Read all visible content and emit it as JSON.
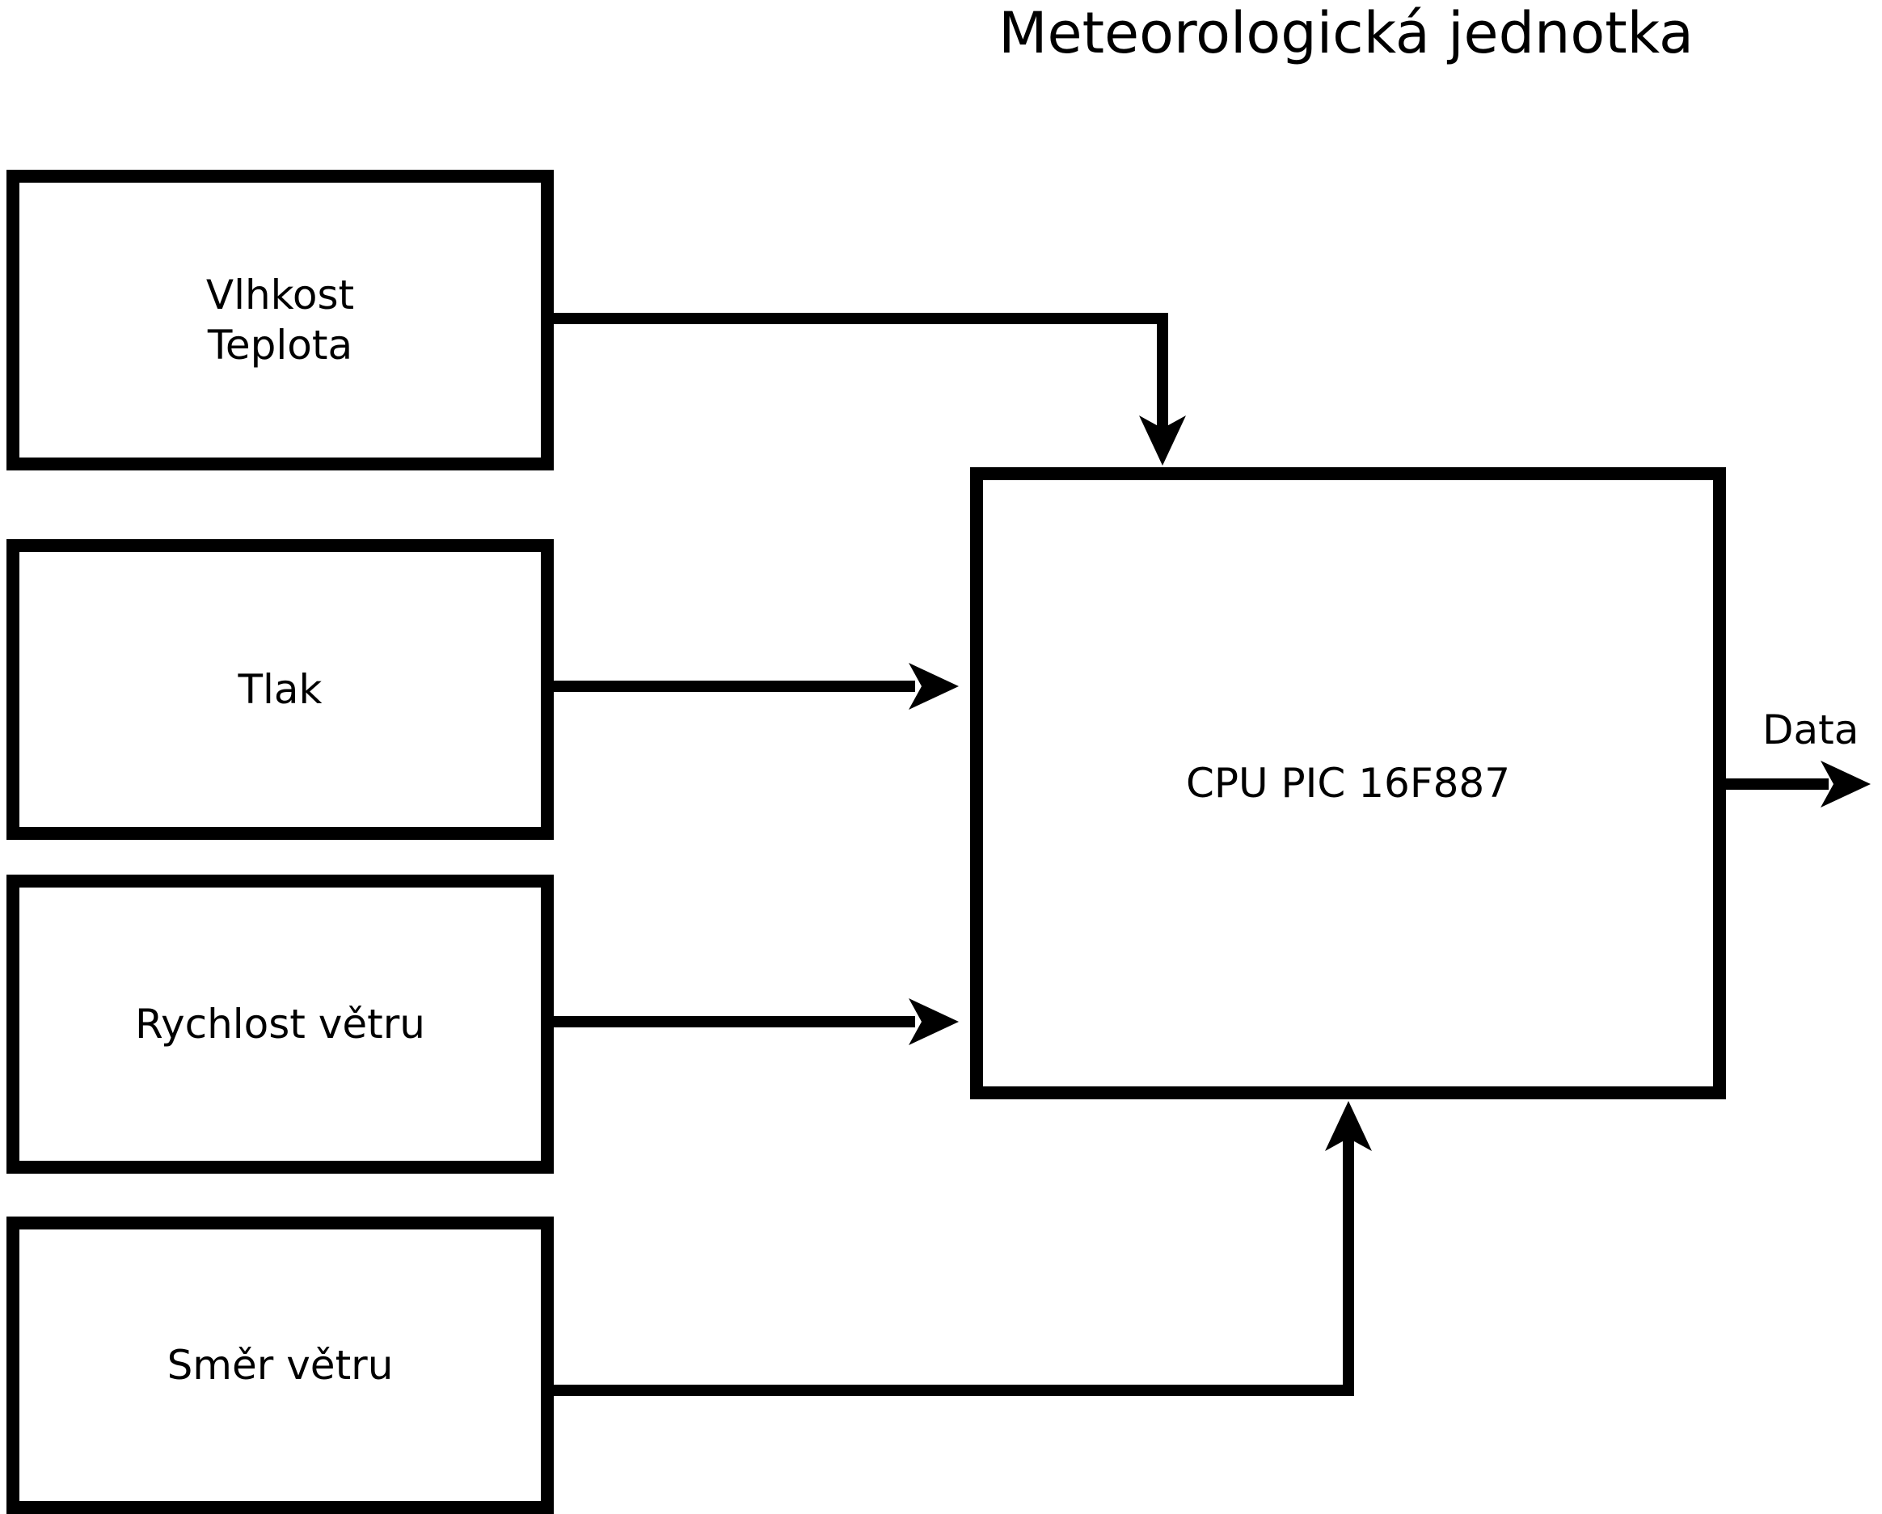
{
  "title": "Meteorologická jednotka",
  "boxes": {
    "humidity_temperature": {
      "line1": "Vlhkost",
      "line2": "Teplota"
    },
    "pressure": {
      "label": "Tlak"
    },
    "wind_speed": {
      "label": "Rychlost větru"
    },
    "wind_direction": {
      "label": "Směr větru"
    },
    "cpu": {
      "label": "CPU PIC 16F887"
    }
  },
  "output_label": "Data",
  "connections": [
    {
      "from": "Vlhkost Teplota",
      "to": "CPU PIC 16F887",
      "enters": "top"
    },
    {
      "from": "Tlak",
      "to": "CPU PIC 16F887",
      "enters": "left"
    },
    {
      "from": "Rychlost větru",
      "to": "CPU PIC 16F887",
      "enters": "left"
    },
    {
      "from": "Směr větru",
      "to": "CPU PIC 16F887",
      "enters": "bottom"
    },
    {
      "from": "CPU PIC 16F887",
      "to": "Data",
      "enters": "output-right"
    }
  ],
  "colors": {
    "line": "#000000",
    "background": "#ffffff",
    "text": "#000000"
  }
}
